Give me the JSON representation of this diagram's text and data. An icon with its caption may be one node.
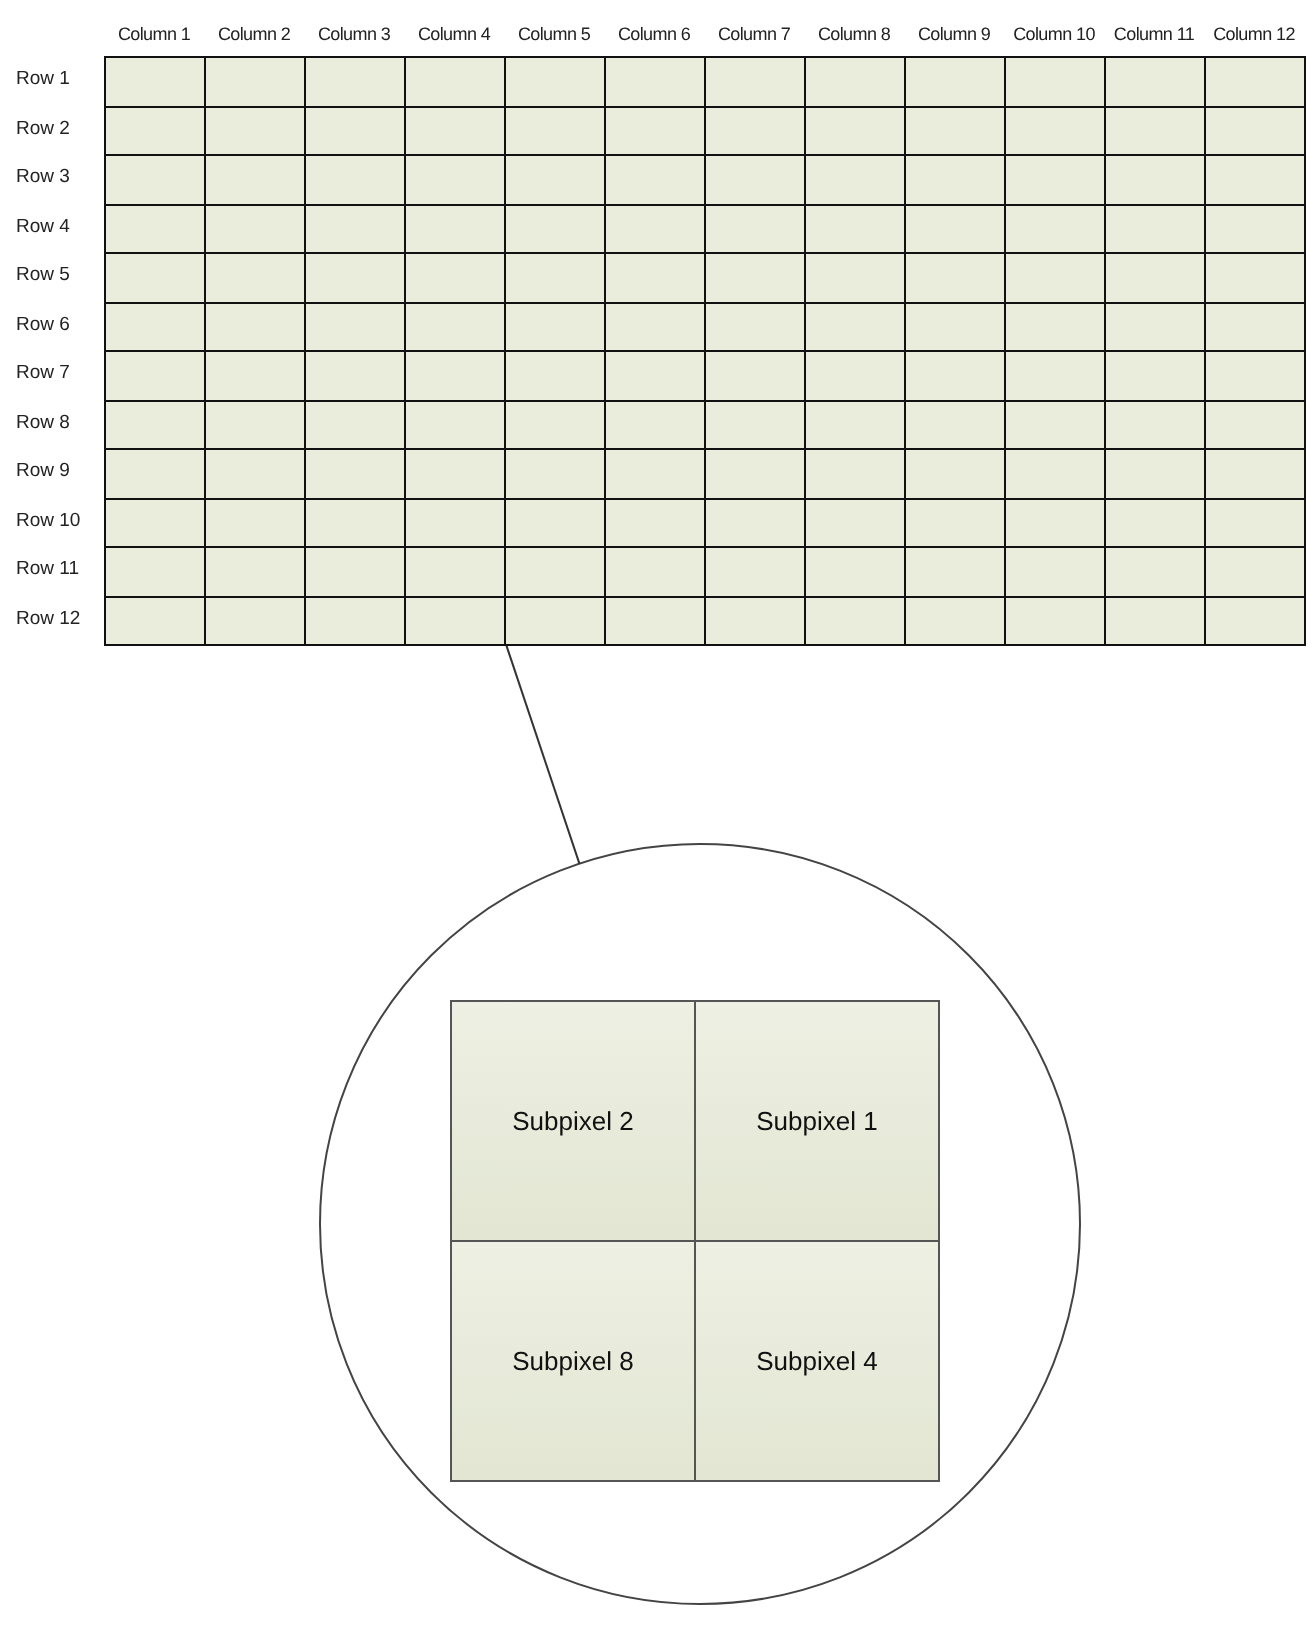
{
  "diagram": {
    "nodes": [
      {
        "text": [],
        "shape": "box"
      },
      {
        "text": [],
        "shape": "circle"
      },
      {
        "text": [
          "Subpixel 2"
        ],
        "in": 1
      },
      {
        "text": [
          "Subpixel 1"
        ],
        "in": 1
      },
      {
        "text": [
          "Subpixel 8"
        ],
        "in": 1
      },
      {
        "text": [
          "Subpixel 4"
        ],
        "in": 1
      }
    ],
    "edges": [
      {
        "from": 0,
        "to": 1,
        "arrow": "none"
      }
    ],
    "labels": [
      "Column 1",
      "Column 2",
      "Column 3",
      "Column 4",
      "Column 5",
      "Column 6",
      "Column 7",
      "Column 8",
      "Column 9",
      "Column 10",
      "Column 11",
      "Column 12",
      "Row 1",
      "Row 2",
      "Row 3",
      "Row 4",
      "Row 5",
      "Row 6",
      "Row 7",
      "Row 8",
      "Row 9",
      "Row 10",
      "Row 11",
      "Row 12"
    ]
  }
}
